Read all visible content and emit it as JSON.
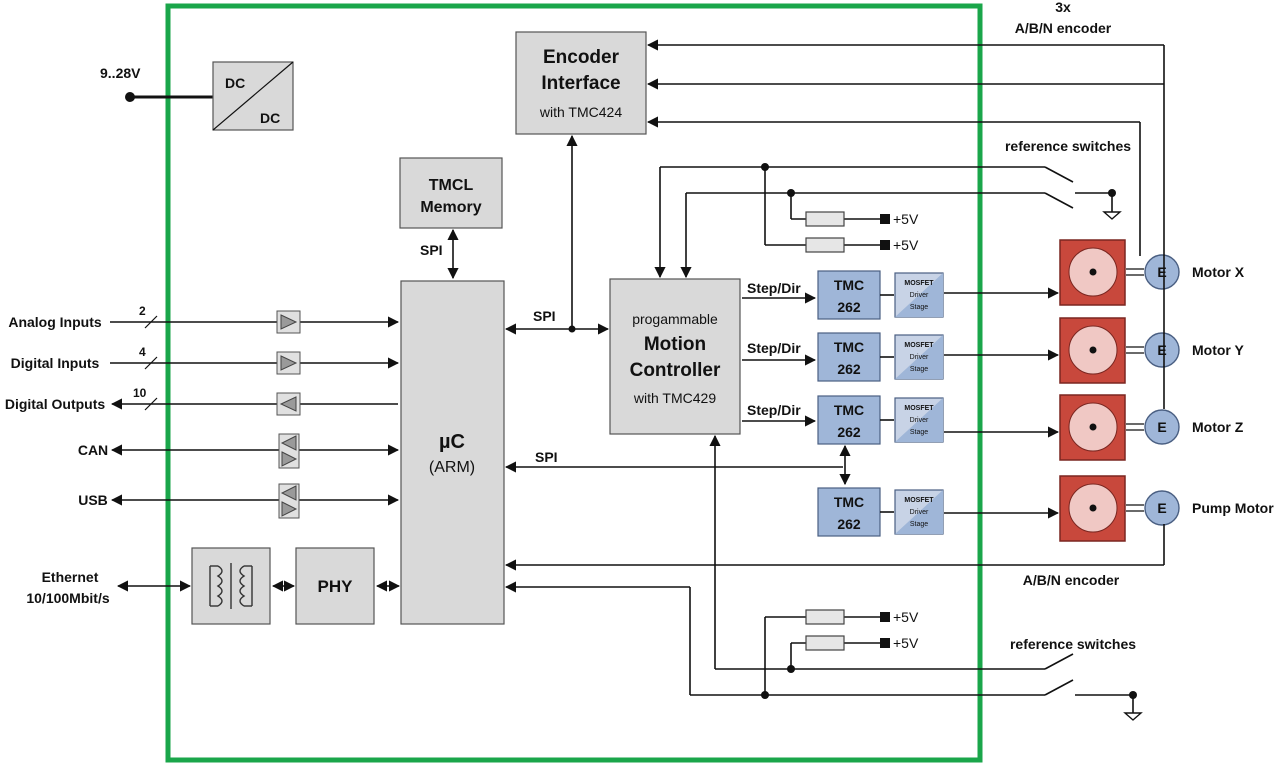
{
  "supply": "9..28V",
  "dcdc": {
    "top": "DC",
    "bottom": "DC"
  },
  "encoder_interface": {
    "line1": "Encoder",
    "line2": "Interface",
    "line3": "with TMC424"
  },
  "tmcl": {
    "line1": "TMCL",
    "line2": "Memory"
  },
  "spi_labels": {
    "memory": "SPI",
    "motion": "SPI",
    "tmc": "SPI"
  },
  "mcu": {
    "line1": "µC",
    "line2": "(ARM)"
  },
  "motion_controller": {
    "line1": "progammable",
    "line2": "Motion",
    "line3": "Controller",
    "line4": "with TMC429"
  },
  "step_dir": "Step/Dir",
  "tmc262": {
    "line1": "TMC",
    "line2": "262"
  },
  "mosfet": {
    "line1": "MOSFET",
    "line2": "Driver",
    "line3": "Stage"
  },
  "motors": [
    "Motor X",
    "Motor Y",
    "Motor Z",
    "Pump Motor"
  ],
  "encoder_letter": "E",
  "encoder_top": {
    "line1": "3x",
    "line2": "A/B/N encoder"
  },
  "encoder_bottom": "A/B/N encoder",
  "reference_switches": "reference switches",
  "plus5v": "+5V",
  "io": [
    {
      "label": "Analog Inputs",
      "count": "2"
    },
    {
      "label": "Digital Inputs",
      "count": "4"
    },
    {
      "label": "Digital Outputs",
      "count": "10"
    },
    {
      "label": "CAN",
      "count": ""
    },
    {
      "label": "USB",
      "count": ""
    }
  ],
  "ethernet": {
    "line1": "Ethernet",
    "line2": "10/100Mbit/s"
  },
  "phy": "PHY",
  "colors": {
    "board": "#1aa64a",
    "block": "#d9d9d9",
    "tmc": "#9fb6d8",
    "motor": "#c8483c"
  }
}
